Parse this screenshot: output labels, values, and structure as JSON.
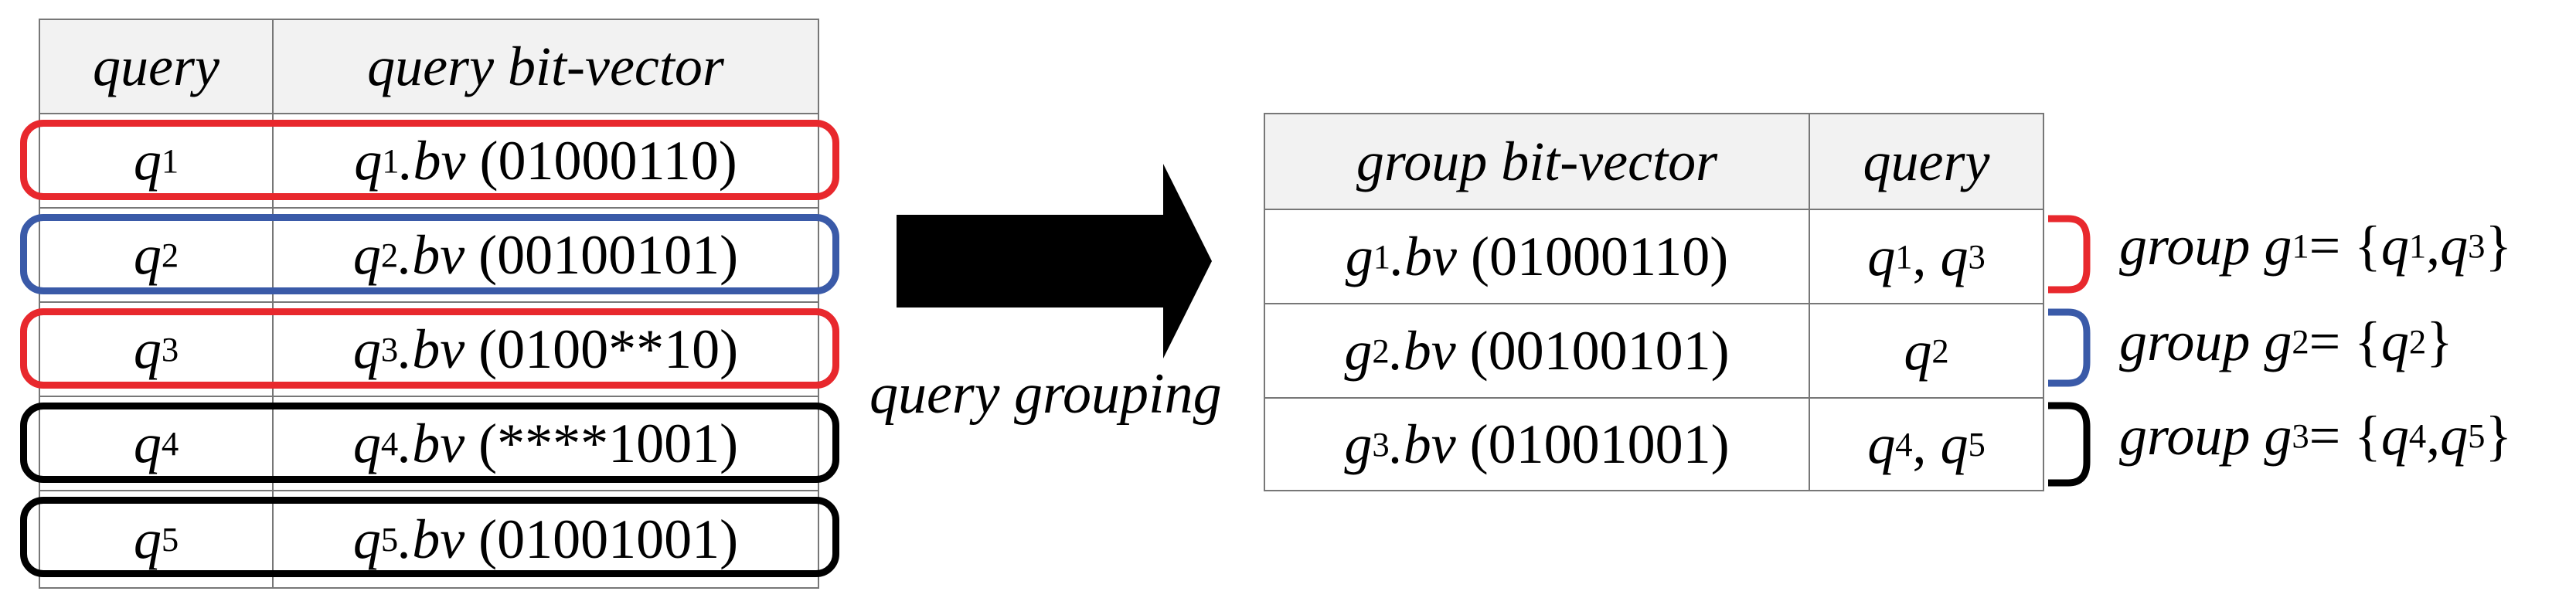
{
  "colors": {
    "red": "#e8282d",
    "blue": "#3a5aa8",
    "black": "#000000",
    "header_bg": "#f2f2f2"
  },
  "left_table": {
    "headers": [
      "query",
      "query bit-vector"
    ],
    "rows": [
      {
        "q": "q",
        "q_sub": "1",
        "bv_var": "q",
        "bv_sub": "1",
        "bv_text": ".bv",
        "bits": "(01000110)",
        "color": "red"
      },
      {
        "q": "q",
        "q_sub": "2",
        "bv_var": "q",
        "bv_sub": "2",
        "bv_text": ".bv",
        "bits": "(00100101)",
        "color": "blue"
      },
      {
        "q": "q",
        "q_sub": "3",
        "bv_var": "q",
        "bv_sub": "3",
        "bv_text": ".bv",
        "bits": "(0100**10)",
        "color": "red"
      },
      {
        "q": "q",
        "q_sub": "4",
        "bv_var": "q",
        "bv_sub": "4",
        "bv_text": ".bv",
        "bits": "(****1001)",
        "color": "black"
      },
      {
        "q": "q",
        "q_sub": "5",
        "bv_var": "q",
        "bv_sub": "5",
        "bv_text": ".bv",
        "bits": "(01001001)",
        "color": "black"
      }
    ]
  },
  "arrow_label": "query grouping",
  "right_table": {
    "headers": [
      "group bit-vector",
      "query"
    ],
    "rows": [
      {
        "g": "g",
        "g_sub": "1",
        "bv_text": ".bv",
        "bits": "(01000110)",
        "qa": "q",
        "qa_sub": "1",
        "sep": ",",
        "qb": "q",
        "qb_sub": "3"
      },
      {
        "g": "g",
        "g_sub": "2",
        "bv_text": ".bv",
        "bits": "(00100101)",
        "qa": "q",
        "qa_sub": "2",
        "sep": "",
        "qb": "",
        "qb_sub": ""
      },
      {
        "g": "g",
        "g_sub": "3",
        "bv_text": ".bv",
        "bits": "(01001001)",
        "qa": "q",
        "qa_sub": "4",
        "sep": ",",
        "qb": "q",
        "qb_sub": "5"
      }
    ]
  },
  "group_labels": [
    {
      "word": "group",
      "g": "g",
      "g_sub": "1",
      "eq": " = {",
      "qa": "q",
      "qa_sub": "1",
      "sep": ", ",
      "qb": "q",
      "qb_sub": "3",
      "close": "}",
      "color": "red"
    },
    {
      "word": "group",
      "g": "g",
      "g_sub": "2",
      "eq": " = {",
      "qa": "q",
      "qa_sub": "2",
      "sep": "",
      "qb": "",
      "qb_sub": "",
      "close": "}",
      "color": "blue"
    },
    {
      "word": "group",
      "g": "g",
      "g_sub": "3",
      "eq": " = {",
      "qa": "q",
      "qa_sub": "4",
      "sep": ", ",
      "qb": "q",
      "qb_sub": "5",
      "close": "}",
      "color": "black"
    }
  ]
}
